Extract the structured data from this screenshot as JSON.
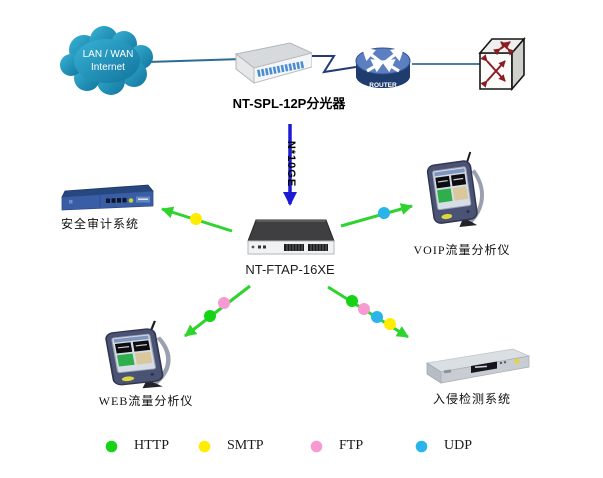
{
  "diagram": {
    "cloud": {
      "line1": "LAN / WAN",
      "line2": "Internet"
    },
    "splitter": {
      "label": "NT-SPL-12P分光器"
    },
    "router": {
      "label": "ROUTER"
    },
    "uplink": {
      "label": "N*10GE"
    },
    "tap": {
      "label": "NT-FTAP-16XE"
    },
    "security_audit": {
      "label": "安全审计系统"
    },
    "voip_analyzer": {
      "label": "VOIP流量分析仪"
    },
    "web_analyzer": {
      "label": "WEB流量分析仪"
    },
    "ids": {
      "label": "入侵检测系统"
    },
    "colors": {
      "arrow_green": "#2ed32e",
      "uplink_blue": "#1b1bd4",
      "link_line": "#2e6b94",
      "zigzag_line": "#223a7a",
      "router_link": "#4d7ea6"
    }
  },
  "legend": {
    "items": [
      {
        "label": "HTTP",
        "color": "#15d415"
      },
      {
        "label": "SMTP",
        "color": "#ffec00"
      },
      {
        "label": "FTP",
        "color": "#f79ad2"
      },
      {
        "label": "UDP",
        "color": "#29b4ea"
      }
    ]
  }
}
